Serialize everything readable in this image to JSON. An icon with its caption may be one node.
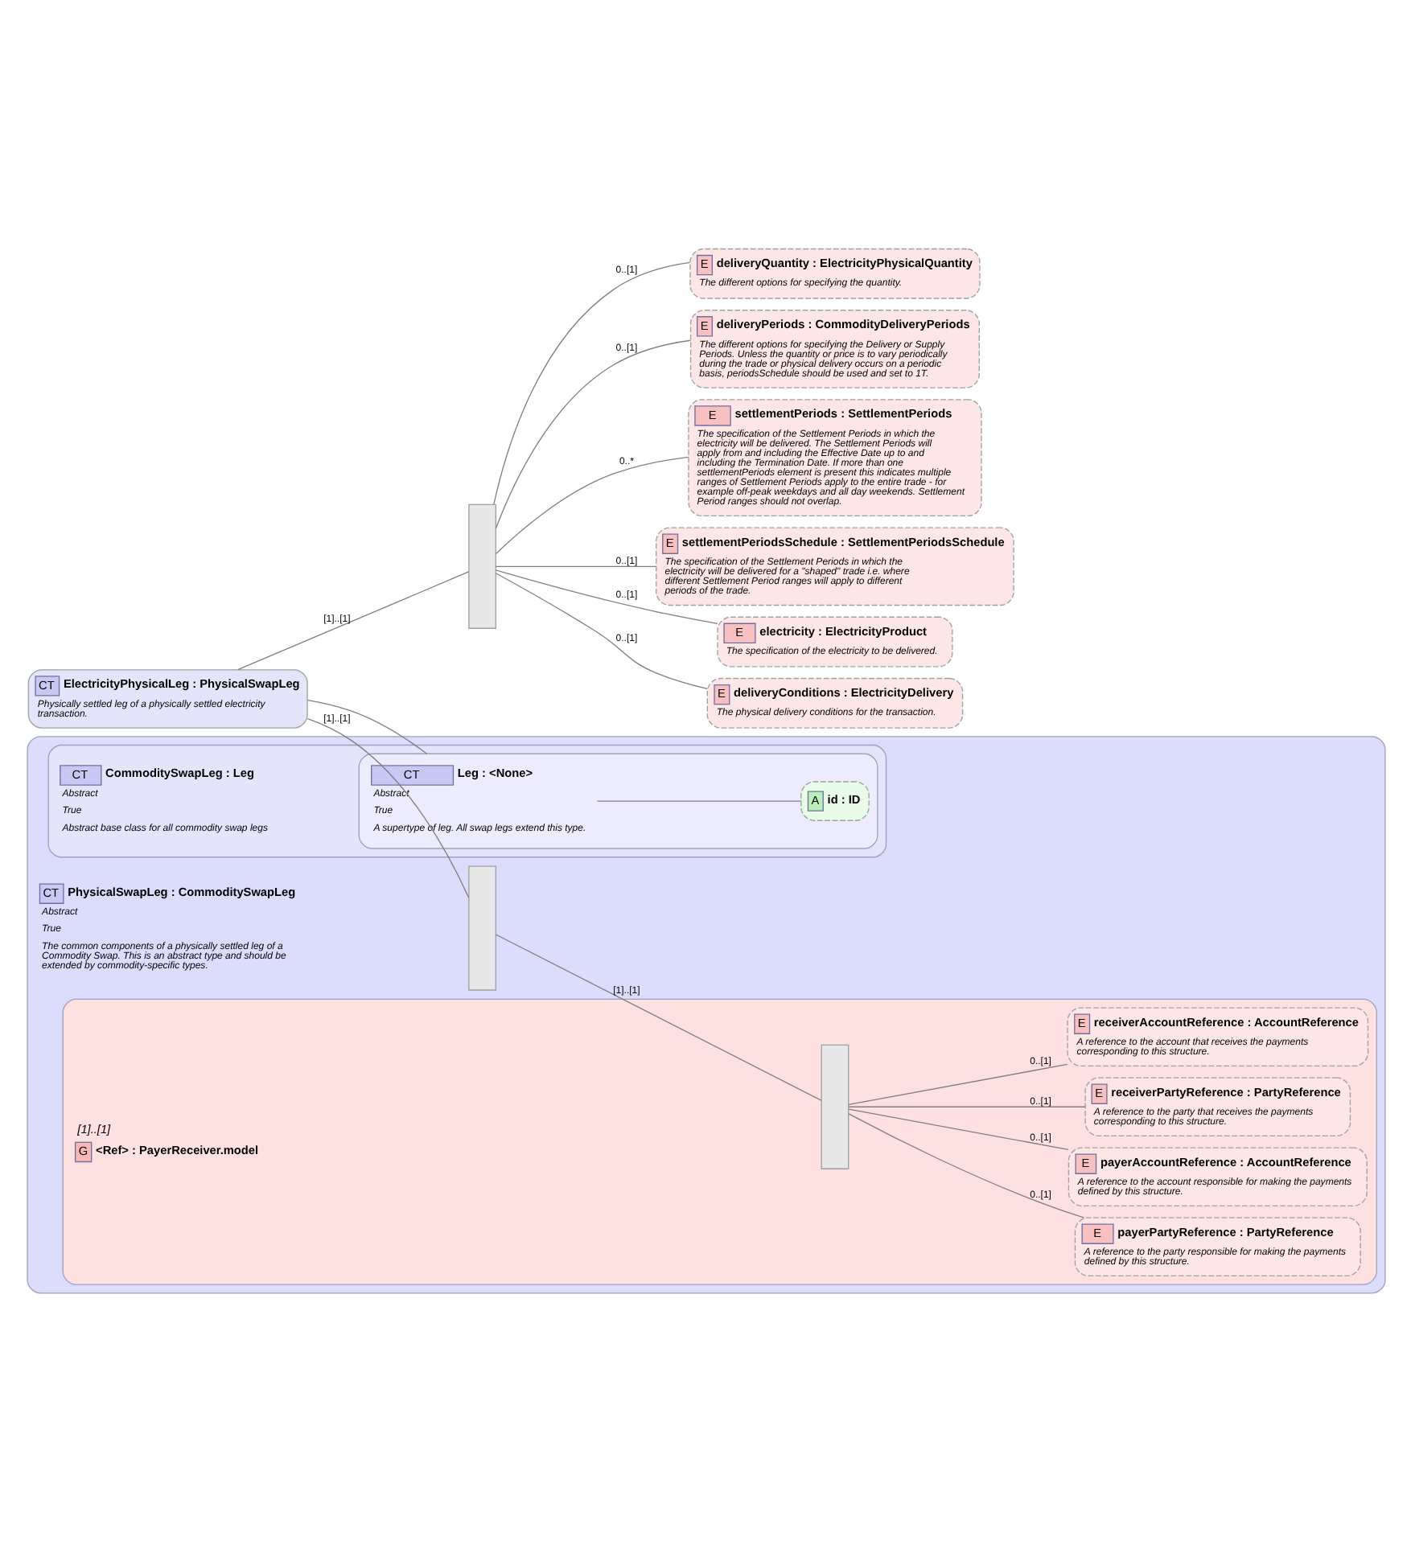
{
  "diagram": {
    "nodes": [
      {
        "text": [
          "CT",
          "ElectricityPhysicalLeg : PhysicalSwapLeg",
          "Physically settled leg of a physically settled electricity transaction."
        ]
      },
      {
        "text": [
          "CT",
          "PhysicalSwapLeg : CommoditySwapLeg",
          "Abstract",
          "True",
          "The common components of a physically settled leg of a Commodity Swap. This is an abstract type and should be extended by commodity-specific types."
        ]
      },
      {
        "text": [
          "CT",
          "CommoditySwapLeg : Leg",
          "Abstract",
          "True",
          "Abstract base class for all commodity swap legs"
        ],
        "in": 1
      },
      {
        "text": [
          "CT",
          "Leg : <None>",
          "Abstract",
          "True",
          "A supertype of leg. All swap legs extend this type."
        ],
        "in": 2
      },
      {
        "text": [
          "A",
          "id : ID"
        ],
        "in": 3
      },
      {
        "text": [],
        "shape": "box",
        "in": 1
      },
      {
        "text": [
          "G",
          "<Ref> : PayerReceiver.model"
        ],
        "in": 1,
        "beside": [
          "[1]..[1]"
        ]
      },
      {
        "text": [],
        "shape": "box",
        "in": 6
      },
      {
        "text": [
          "E",
          "payerPartyReference : PartyReference",
          "A reference to the party responsible for making the payments defined by this structure."
        ],
        "in": 6
      },
      {
        "text": [
          "E",
          "payerAccountReference : AccountReference",
          "A reference to the account responsible for making the payments defined by this structure."
        ],
        "in": 6
      },
      {
        "text": [
          "E",
          "receiverPartyReference : PartyReference",
          "A reference to the party that receives the payments corresponding to this structure."
        ],
        "in": 6
      },
      {
        "text": [
          "E",
          "receiverAccountReference : AccountReference",
          "A reference to the account that receives the payments corresponding to this structure."
        ],
        "in": 6
      },
      {
        "text": [],
        "shape": "box"
      },
      {
        "text": [
          "E",
          "deliveryPeriods : CommodityDeliveryPeriods",
          "The different options for specifying the Delivery or Supply Periods. Unless the quantity or price is to vary periodically during the trade or physical delivery occurs on a periodic basis, periodsSchedule should be used and set to 1T."
        ]
      },
      {
        "text": [
          "E",
          "settlementPeriods : SettlementPeriods",
          "The specification of the Settlement Periods in which the electricity will be delivered. The Settlement Periods will apply from and including the Effective Date up to and including the Termination Date. If more than one settlementPeriods element is present this indicates multiple ranges of Settlement Periods apply to the entire trade - for example off-peak weekdays and all day weekends. Settlement Period ranges should not overlap."
        ]
      },
      {
        "text": [
          "E",
          "settlementPeriodsSchedule : SettlementPeriodsSchedule",
          "The specification of the Settlement Periods in which the electricity will be delivered for a \"shaped\" trade i.e. where different Settlement Period ranges will apply to different periods of the trade."
        ]
      },
      {
        "text": [
          "E",
          "electricity : ElectricityProduct",
          "The specification of the electricity to be delivered."
        ]
      },
      {
        "text": [
          "E",
          "deliveryConditions : ElectricityDelivery",
          "The physical delivery conditions for the transaction."
        ]
      },
      {
        "text": [
          "E",
          "deliveryQuantity : ElectricityPhysicalQuantity",
          "The different options for specifying the quantity."
        ]
      }
    ],
    "edges": [
      {
        "from": 0,
        "to": 3,
        "arrow": "none"
      },
      {
        "from": 3,
        "to": 4,
        "arrow": "none"
      },
      {
        "from": 0,
        "to": 5,
        "arrow": "none",
        "label": "[1]..[1]"
      },
      {
        "from": 5,
        "to": 7,
        "arrow": "none",
        "label": "[1]..[1]"
      },
      {
        "from": 7,
        "to": 8,
        "arrow": "none",
        "label": "0..[1]"
      },
      {
        "from": 7,
        "to": 9,
        "arrow": "none",
        "label": "0..[1]"
      },
      {
        "from": 7,
        "to": 10,
        "arrow": "none",
        "label": "0..[1]"
      },
      {
        "from": 7,
        "to": 11,
        "arrow": "none",
        "label": "0..[1]"
      },
      {
        "from": 0,
        "to": 12,
        "arrow": "none",
        "label": "[1]..[1]"
      },
      {
        "from": 12,
        "to": 13,
        "arrow": "none",
        "label": "0..[1]"
      },
      {
        "from": 12,
        "to": 14,
        "arrow": "none",
        "label": "0..*"
      },
      {
        "from": 12,
        "to": 15,
        "arrow": "none",
        "label": "0..[1]"
      },
      {
        "from": 12,
        "to": 16,
        "arrow": "none",
        "label": "0..[1]"
      },
      {
        "from": 12,
        "to": 17,
        "arrow": "none",
        "label": "0..[1]"
      },
      {
        "from": 12,
        "to": 18,
        "arrow": "none",
        "label": "0..[1]"
      }
    ]
  }
}
